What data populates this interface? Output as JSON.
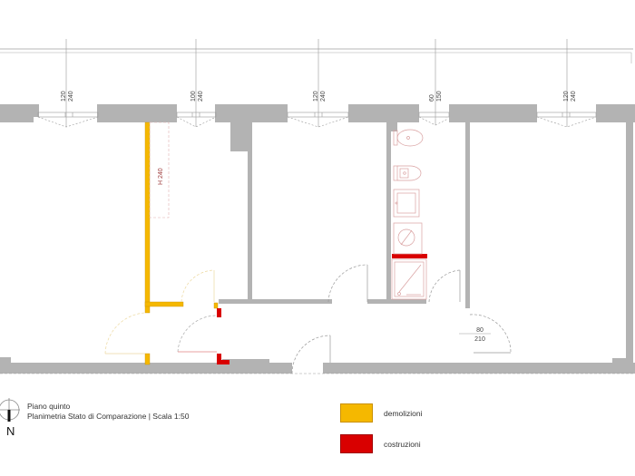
{
  "plan": {
    "title": "Piano quinto",
    "subtitle": "Planimetria Stato di Comparazione | Scala  1:50",
    "north_label": "N",
    "room_annotation": "H 240",
    "windows": [
      {
        "id": "w1",
        "width": "120",
        "height": "240"
      },
      {
        "id": "w2",
        "width": "100",
        "height": "240"
      },
      {
        "id": "w3",
        "width": "120",
        "height": "240"
      },
      {
        "id": "w4",
        "width": "60",
        "height": "150"
      },
      {
        "id": "w5",
        "width": "120",
        "height": "240"
      }
    ],
    "door_dimension": {
      "width": "80",
      "height": "210"
    }
  },
  "legend": {
    "items": [
      {
        "label": "demolizioni",
        "color": "#F5B800"
      },
      {
        "label": "costruzioni",
        "color": "#D90000"
      }
    ]
  },
  "colors": {
    "wall": "#B3B3B3",
    "demolition": "#F5B800",
    "construction": "#D90000",
    "fixture": "#D9A0A0"
  }
}
